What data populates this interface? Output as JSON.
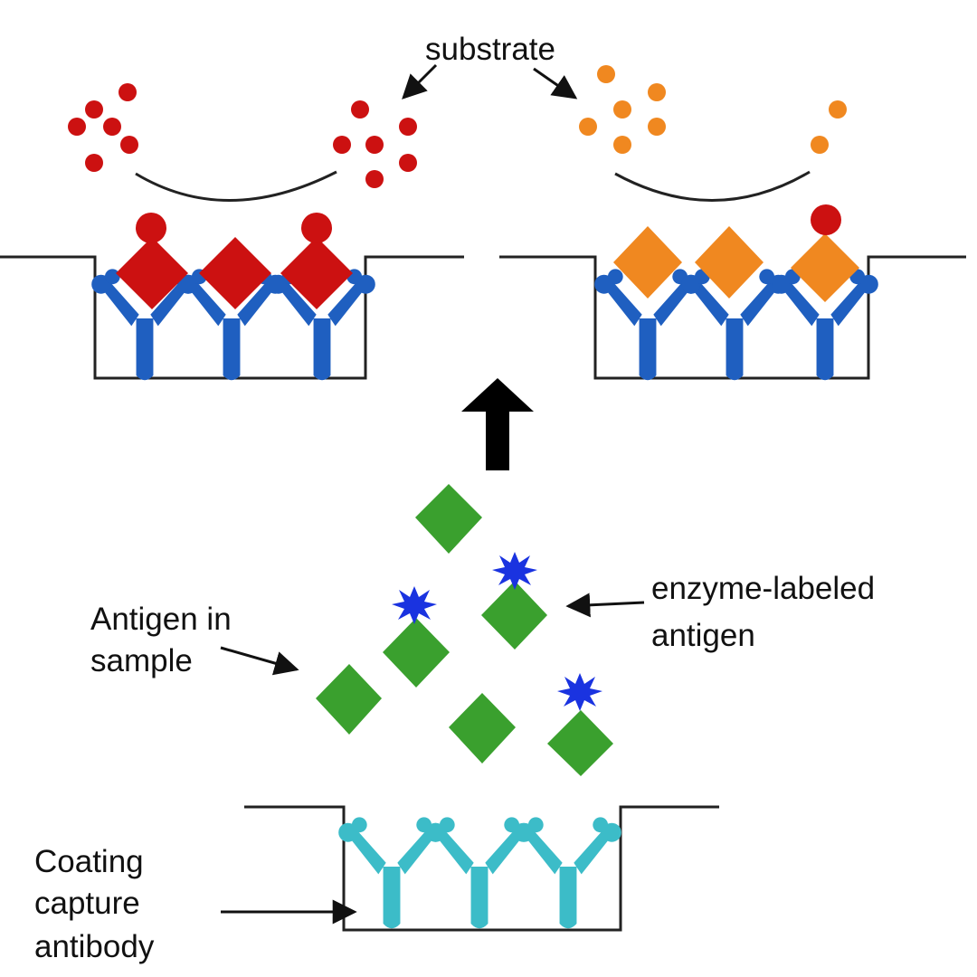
{
  "labels": {
    "substrate": "substrate",
    "antigen_in_sample": [
      "Antigen in",
      "sample"
    ],
    "enzyme_labeled_antigen": [
      "enzyme-labeled",
      "antigen"
    ],
    "coating_capture_antibody": [
      "Coating",
      "capture",
      "antibody"
    ]
  },
  "colors": {
    "antibody_bound": "#1f5fc0",
    "antibody_capture": "#3cbcc8",
    "antigen": "#3aa02e",
    "enzyme_label": "#1a33e0",
    "substrate_left": "#cc1111",
    "substrate_right": "#f08820",
    "line": "#222222"
  }
}
